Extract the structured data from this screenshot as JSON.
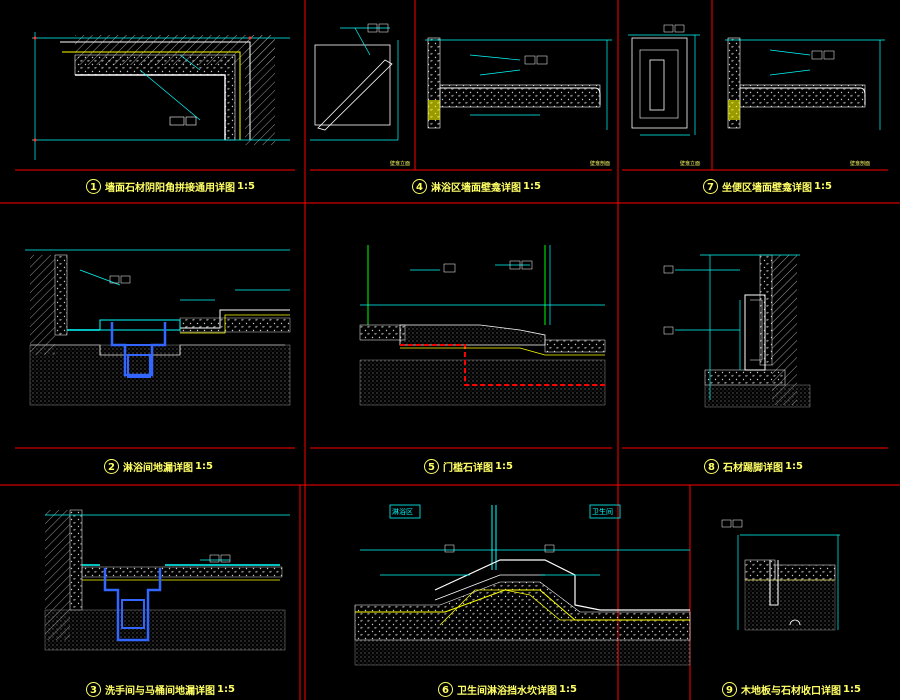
{
  "colors": {
    "background": "#000000",
    "frame": "#ff0000",
    "caption": "#ffff66",
    "linework": "#ffffff",
    "dimension": "#00ffff",
    "hatch": "#b0b0b0",
    "drain": "#3366ff",
    "membrane": "#ffff00"
  },
  "details": [
    {
      "number": "1",
      "title": "墙面石材阴阳角拼接通用详图",
      "scale": "1:5"
    },
    {
      "number": "4",
      "title": "淋浴区墙面壁龛详图",
      "scale": "1:5"
    },
    {
      "number": "7",
      "title": "坐便区墙面壁龛详图",
      "scale": "1:5"
    },
    {
      "number": "2",
      "title": "淋浴间地漏详图",
      "scale": "1:5"
    },
    {
      "number": "5",
      "title": "门槛石详图",
      "scale": "1:5"
    },
    {
      "number": "8",
      "title": "石材踢脚详图",
      "scale": "1:5"
    },
    {
      "number": "3",
      "title": "洗手间与马桶间地漏详图",
      "scale": "1:5"
    },
    {
      "number": "6",
      "title": "卫生间淋浴挡水坎详图",
      "scale": "1:5"
    },
    {
      "number": "9",
      "title": "木地板与石材收口详图",
      "scale": "1:5"
    }
  ],
  "zone_labels": {
    "shower_area": "淋浴区",
    "bathroom": "卫生间"
  },
  "subviews": {
    "niche_4_elevation": "壁龛立面",
    "niche_4_section": "壁龛剖面",
    "niche_7_elevation": "壁龛立面",
    "niche_7_section": "壁龛剖面"
  }
}
